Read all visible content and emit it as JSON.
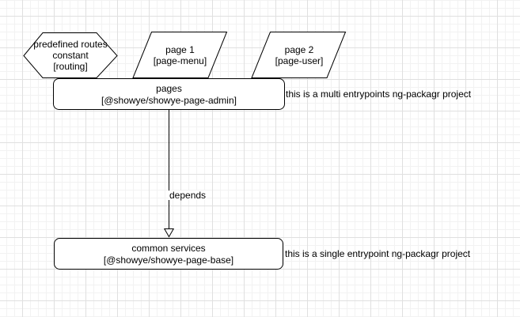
{
  "diagram": {
    "nodes": {
      "routing_hexagon": {
        "line1": "predefined routes",
        "line2": "constant",
        "line3": "[routing]"
      },
      "page1_parallelogram": {
        "line1": "page 1",
        "line2": "[page-menu]"
      },
      "page2_parallelogram": {
        "line1": "page 2",
        "line2": "[page-user]"
      },
      "pages_box": {
        "line1": "pages",
        "line2": "[@showye/showye-page-admin]"
      },
      "base_box": {
        "line1": "common services",
        "line2": "[@showye/showye-page-base]"
      }
    },
    "edge": {
      "label": "depends"
    },
    "annotations": {
      "multi": "this is a multi entrypoints ng-packagr project",
      "single": "this is a single entrypoint ng-packagr project"
    }
  },
  "colors": {
    "shape_stroke": "#000000",
    "shape_fill": "#ffffff",
    "text": "#000000",
    "grid_minor": "#f2f2f2",
    "grid_major": "#e0e0e0",
    "canvas_bg": "#ffffff"
  }
}
